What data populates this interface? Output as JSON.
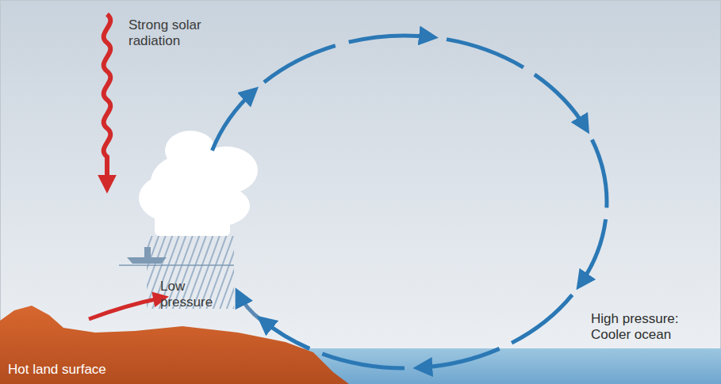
{
  "diagram": {
    "labels": [
      "Strong solar radiation",
      "Low pressure",
      "High pressure: Cooler ocean",
      "Hot land surface"
    ]
  }
}
